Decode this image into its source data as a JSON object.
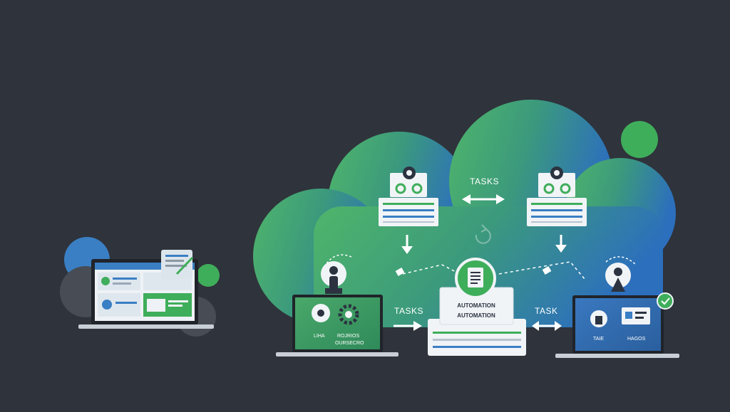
{
  "labels": {
    "tasks_top": "TASKS",
    "tasks_left": "TASKS",
    "task_right": "TASK",
    "center_line1": "AUTOMATION",
    "center_line2": "AUTOMATION",
    "left_laptop_caption_a": "LIHA",
    "left_laptop_caption_b": "ROJRIOS",
    "left_laptop_caption_c": "OURSECRO",
    "right_laptop_caption_a": "TAIE",
    "right_laptop_caption_b": "HAGOS"
  },
  "colors": {
    "background": "#2f333b",
    "cloud_green": "#4caf6a",
    "cloud_blue": "#2f72b8",
    "accent_green": "#3fae5b",
    "panel_white": "#f1f4f7"
  }
}
